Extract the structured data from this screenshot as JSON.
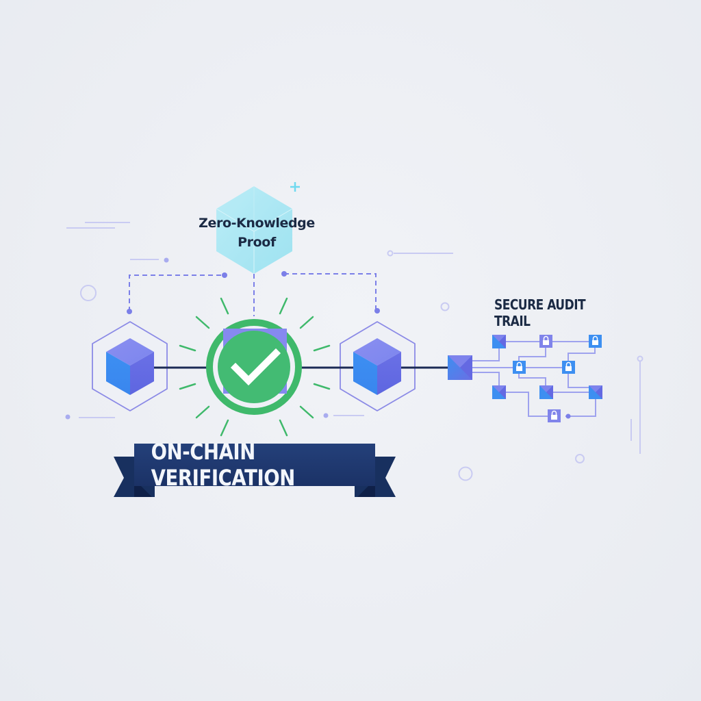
{
  "diagram": {
    "proof_label": "Zero-Knowledge Proof",
    "proof_label_line1": "Zero-Knowledge",
    "proof_label_line2": "Proof",
    "banner_label": "ON-CHAIN VERIFICATION",
    "audit_title": "SECURE AUDIT TRAIL",
    "nodes": [
      {
        "id": "left-block",
        "type": "cube-in-hexagon"
      },
      {
        "id": "verification-check",
        "type": "green-checkmark"
      },
      {
        "id": "right-block",
        "type": "cube-in-hexagon"
      },
      {
        "id": "audit-root",
        "type": "block"
      }
    ],
    "audit_trail": {
      "blocks": 5,
      "locked_blocks": 5,
      "icons": [
        "block",
        "lock-icon",
        "lock-icon",
        "lock-icon",
        "lock-icon",
        "block",
        "block",
        "block",
        "lock-icon"
      ]
    },
    "colors": {
      "background": "#eceef3",
      "navy": "#1c3466",
      "green": "#3fb96b",
      "purple": "#7b7fe8",
      "blue": "#3b8ef0",
      "cyan": "#9fe6f2",
      "line": "#1b2a55"
    }
  }
}
